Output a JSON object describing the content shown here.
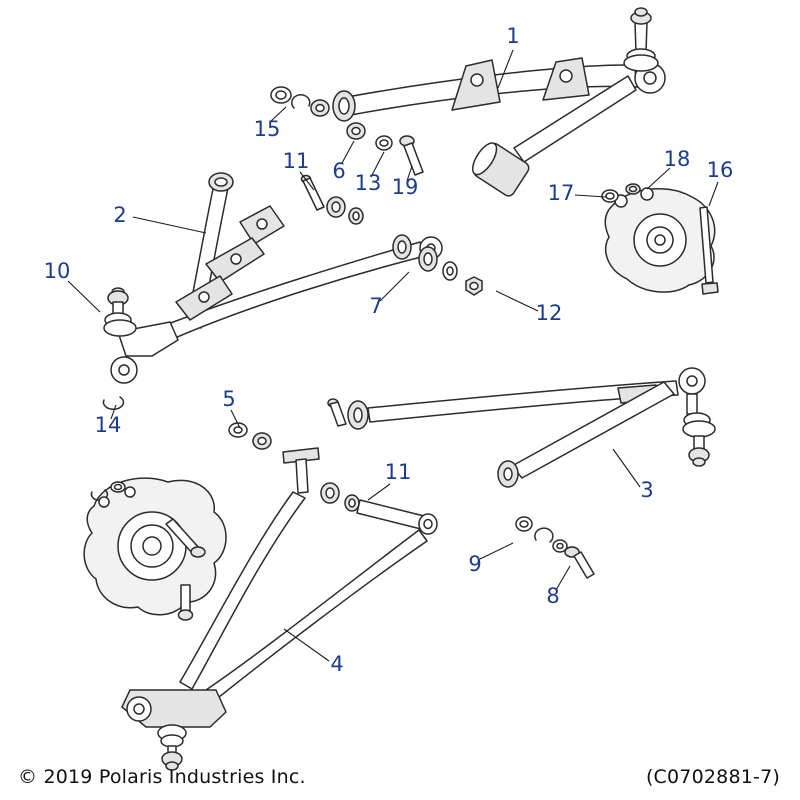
{
  "footer": {
    "copyright": "© 2019 Polaris Industries Inc.",
    "part_code": "(C0702881-7)"
  },
  "colors": {
    "callout_text": "#1c3c8c",
    "line_art": "#2b2b2b",
    "background": "#ffffff"
  },
  "callouts": [
    {
      "label": "1"
    },
    {
      "label": "2"
    },
    {
      "label": "3"
    },
    {
      "label": "4"
    },
    {
      "label": "5"
    },
    {
      "label": "6"
    },
    {
      "label": "7"
    },
    {
      "label": "8"
    },
    {
      "label": "9"
    },
    {
      "label": "10"
    },
    {
      "label": "11"
    },
    {
      "label": "11"
    },
    {
      "label": "12"
    },
    {
      "label": "13"
    },
    {
      "label": "14"
    },
    {
      "label": "15"
    },
    {
      "label": "16"
    },
    {
      "label": "17"
    },
    {
      "label": "18"
    },
    {
      "label": "19"
    }
  ]
}
